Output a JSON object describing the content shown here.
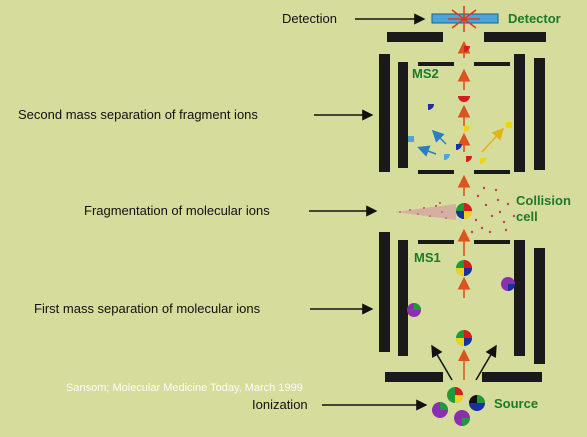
{
  "labels": {
    "detection": "Detection",
    "second_separation": "Second mass separation of fragment ions",
    "fragmentation": "Fragmentation of molecular ions",
    "first_separation": "First mass separation of molecular ions",
    "ionization": "Ionization"
  },
  "component_labels": {
    "detector": "Detector",
    "ms2": "MS2",
    "collision_cell_line1": "Collision",
    "collision_cell_line2": "cell",
    "ms1": "MS1",
    "source": "Source"
  },
  "credit": "Sansom; Molecular Medicine Today, March 1999",
  "colors": {
    "background": "#d6dc9c",
    "label_green": "#1c7a2a",
    "plate": "#1a1a1a",
    "arrow_orange": "#d9541e",
    "ion_red": "#d61c1c",
    "ion_blue": "#1a2fa0",
    "ion_green": "#1f9a3a",
    "ion_yellow": "#f0d21a",
    "ion_purple": "#8a2fb0",
    "detector_blue": "#4aa6d8"
  }
}
